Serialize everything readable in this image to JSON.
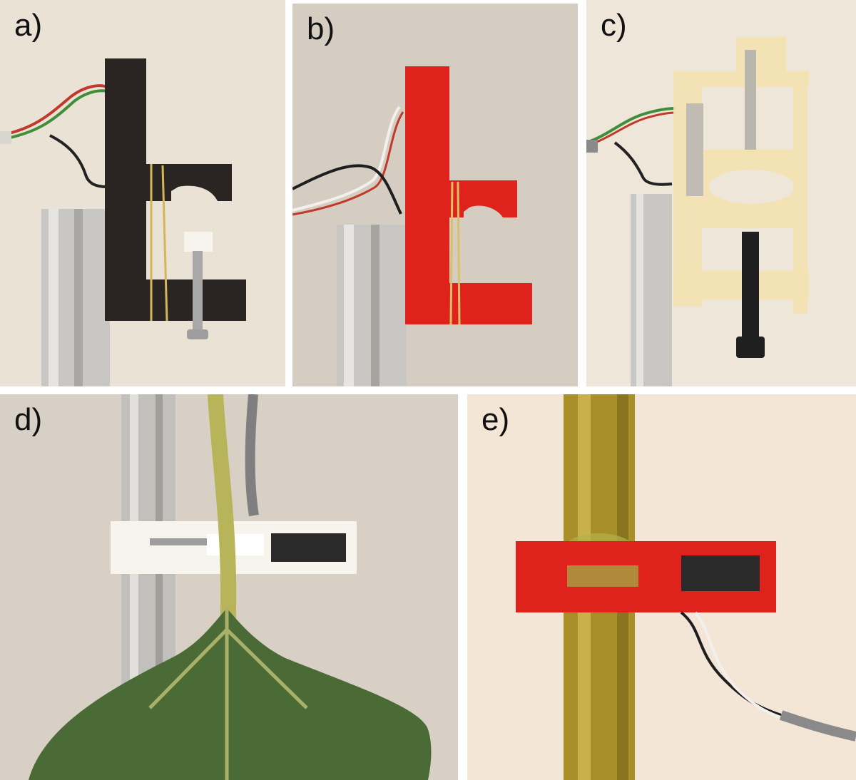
{
  "figure": {
    "panels": [
      {
        "id": "a",
        "label": "a)"
      },
      {
        "id": "b",
        "label": "b)"
      },
      {
        "id": "c",
        "label": "c)"
      },
      {
        "id": "d",
        "label": "d)"
      },
      {
        "id": "e",
        "label": "e)"
      }
    ]
  },
  "colors": {
    "background_a": "#ebe2d6",
    "background_b": "#d6cdc2",
    "background_c": "#efe6da",
    "background_d": "#d9d0c5",
    "background_e": "#f4e6d6",
    "clamp_black": "#2a2523",
    "clamp_red": "#e0221c",
    "clamp_translucent": "#f2e2b4",
    "clamp_white": "#f7f4ee",
    "aluminium": "#c9c7c3",
    "stem_gold": "#a98f27",
    "leaf_green": "#4b6b36"
  }
}
